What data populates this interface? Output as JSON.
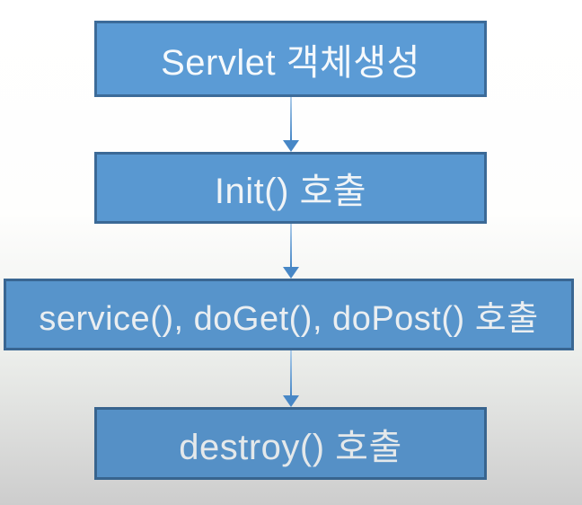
{
  "diagram": {
    "type": "flowchart",
    "direction": "top-down",
    "nodes": [
      {
        "label": "Servlet 객체생성"
      },
      {
        "label": "Init() 호출"
      },
      {
        "label": "service(), doGet(), doPost() 호출"
      },
      {
        "label": "destroy() 호출"
      }
    ],
    "edges": [
      {
        "from": 0,
        "to": 1,
        "style": "arrow-down"
      },
      {
        "from": 1,
        "to": 2,
        "style": "arrow-down"
      },
      {
        "from": 2,
        "to": 3,
        "style": "arrow-down"
      }
    ],
    "colors": {
      "box_fill": "#5B9BD5",
      "box_border": "#3C6B99",
      "arrow": "#4787C6",
      "arrow_line_top": "#AECDEA",
      "text": "#F5F9FC",
      "background_top": "#FFFFFF",
      "background_bottom": "#CDCDCD"
    }
  }
}
